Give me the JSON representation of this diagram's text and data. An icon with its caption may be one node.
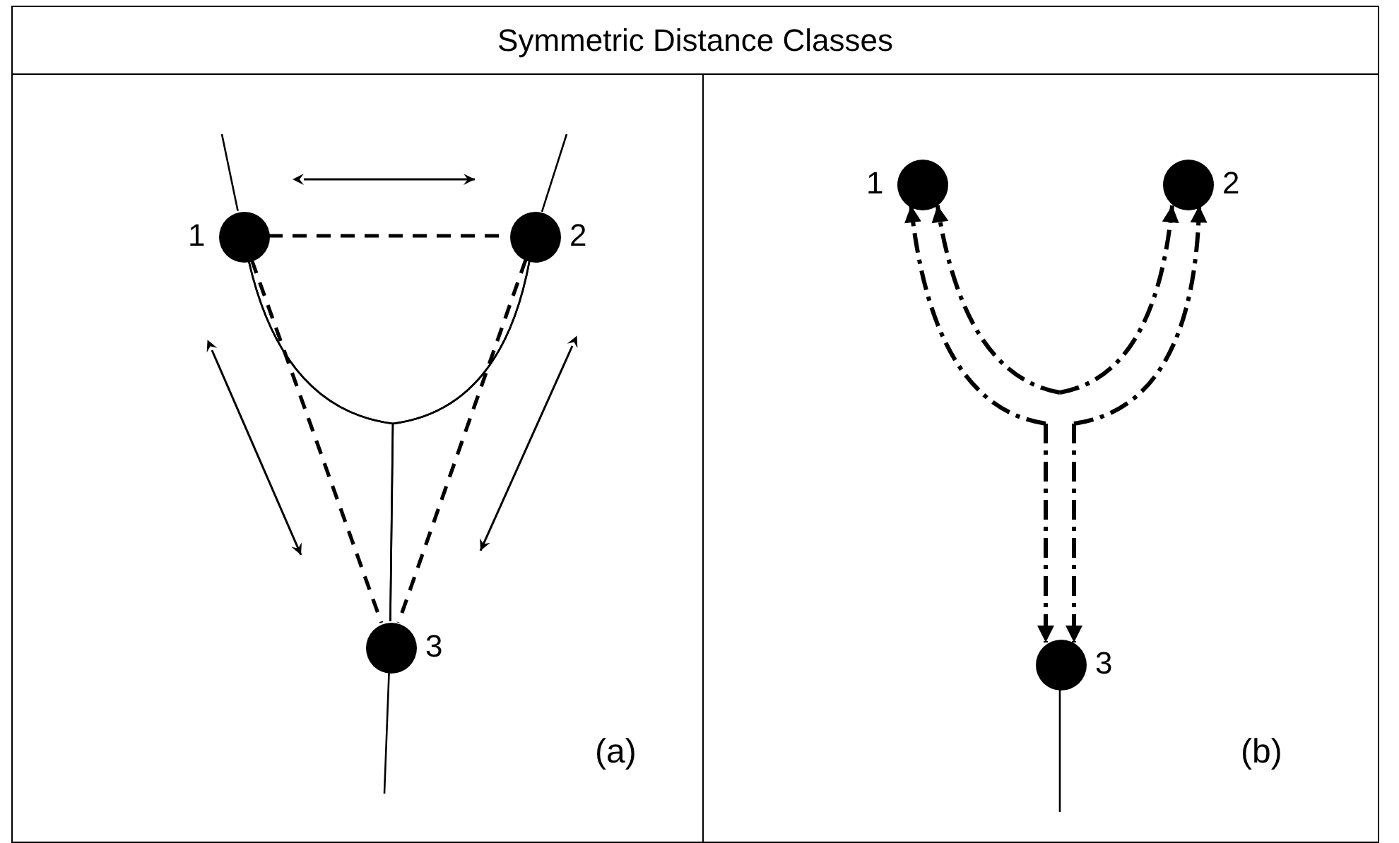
{
  "diagram": {
    "title": "Symmetric Distance Classes",
    "nodes": [
      {
        "text": [
          "(a)"
        ]
      },
      {
        "text": [],
        "shape": "circle",
        "beside": [
          "1"
        ],
        "in": 0
      },
      {
        "text": [],
        "shape": "circle",
        "beside": [
          "2"
        ],
        "in": 0
      },
      {
        "text": [],
        "shape": "circle",
        "beside": [
          "3"
        ],
        "in": 0
      },
      {
        "text": [
          "(b)"
        ]
      },
      {
        "text": [],
        "shape": "circle",
        "beside": [
          "1"
        ],
        "in": 4
      },
      {
        "text": [],
        "shape": "circle",
        "beside": [
          "2"
        ],
        "in": 4
      },
      {
        "text": [],
        "shape": "circle",
        "beside": [
          "3"
        ],
        "in": 4
      }
    ],
    "edges": [
      {
        "from": 1,
        "to": 2,
        "arrow": "none",
        "style": "dashed"
      },
      {
        "from": 1,
        "to": 3,
        "arrow": "none",
        "style": "dashed"
      },
      {
        "from": 2,
        "to": 3,
        "arrow": "none",
        "style": "dashed"
      },
      {
        "from": 1,
        "to": 2,
        "arrow": "none"
      },
      {
        "from": 1,
        "to": 3,
        "arrow": "none"
      },
      {
        "from": 2,
        "to": 3,
        "arrow": "none"
      },
      {
        "from": null,
        "to": 1,
        "arrow": "none"
      },
      {
        "from": null,
        "to": 2,
        "arrow": "none"
      },
      {
        "from": 3,
        "to": null,
        "arrow": "none"
      },
      {
        "from": null,
        "to": 5,
        "arrow": "to",
        "style": "dashed"
      },
      {
        "from": null,
        "to": 5,
        "arrow": "to",
        "style": "dashed"
      },
      {
        "from": null,
        "to": 6,
        "arrow": "to",
        "style": "dashed"
      },
      {
        "from": null,
        "to": 6,
        "arrow": "to",
        "style": "dashed"
      },
      {
        "from": null,
        "to": 7,
        "arrow": "to",
        "style": "dashed"
      },
      {
        "from": null,
        "to": 7,
        "arrow": "to",
        "style": "dashed"
      },
      {
        "from": 7,
        "to": null,
        "arrow": "none"
      }
    ]
  }
}
